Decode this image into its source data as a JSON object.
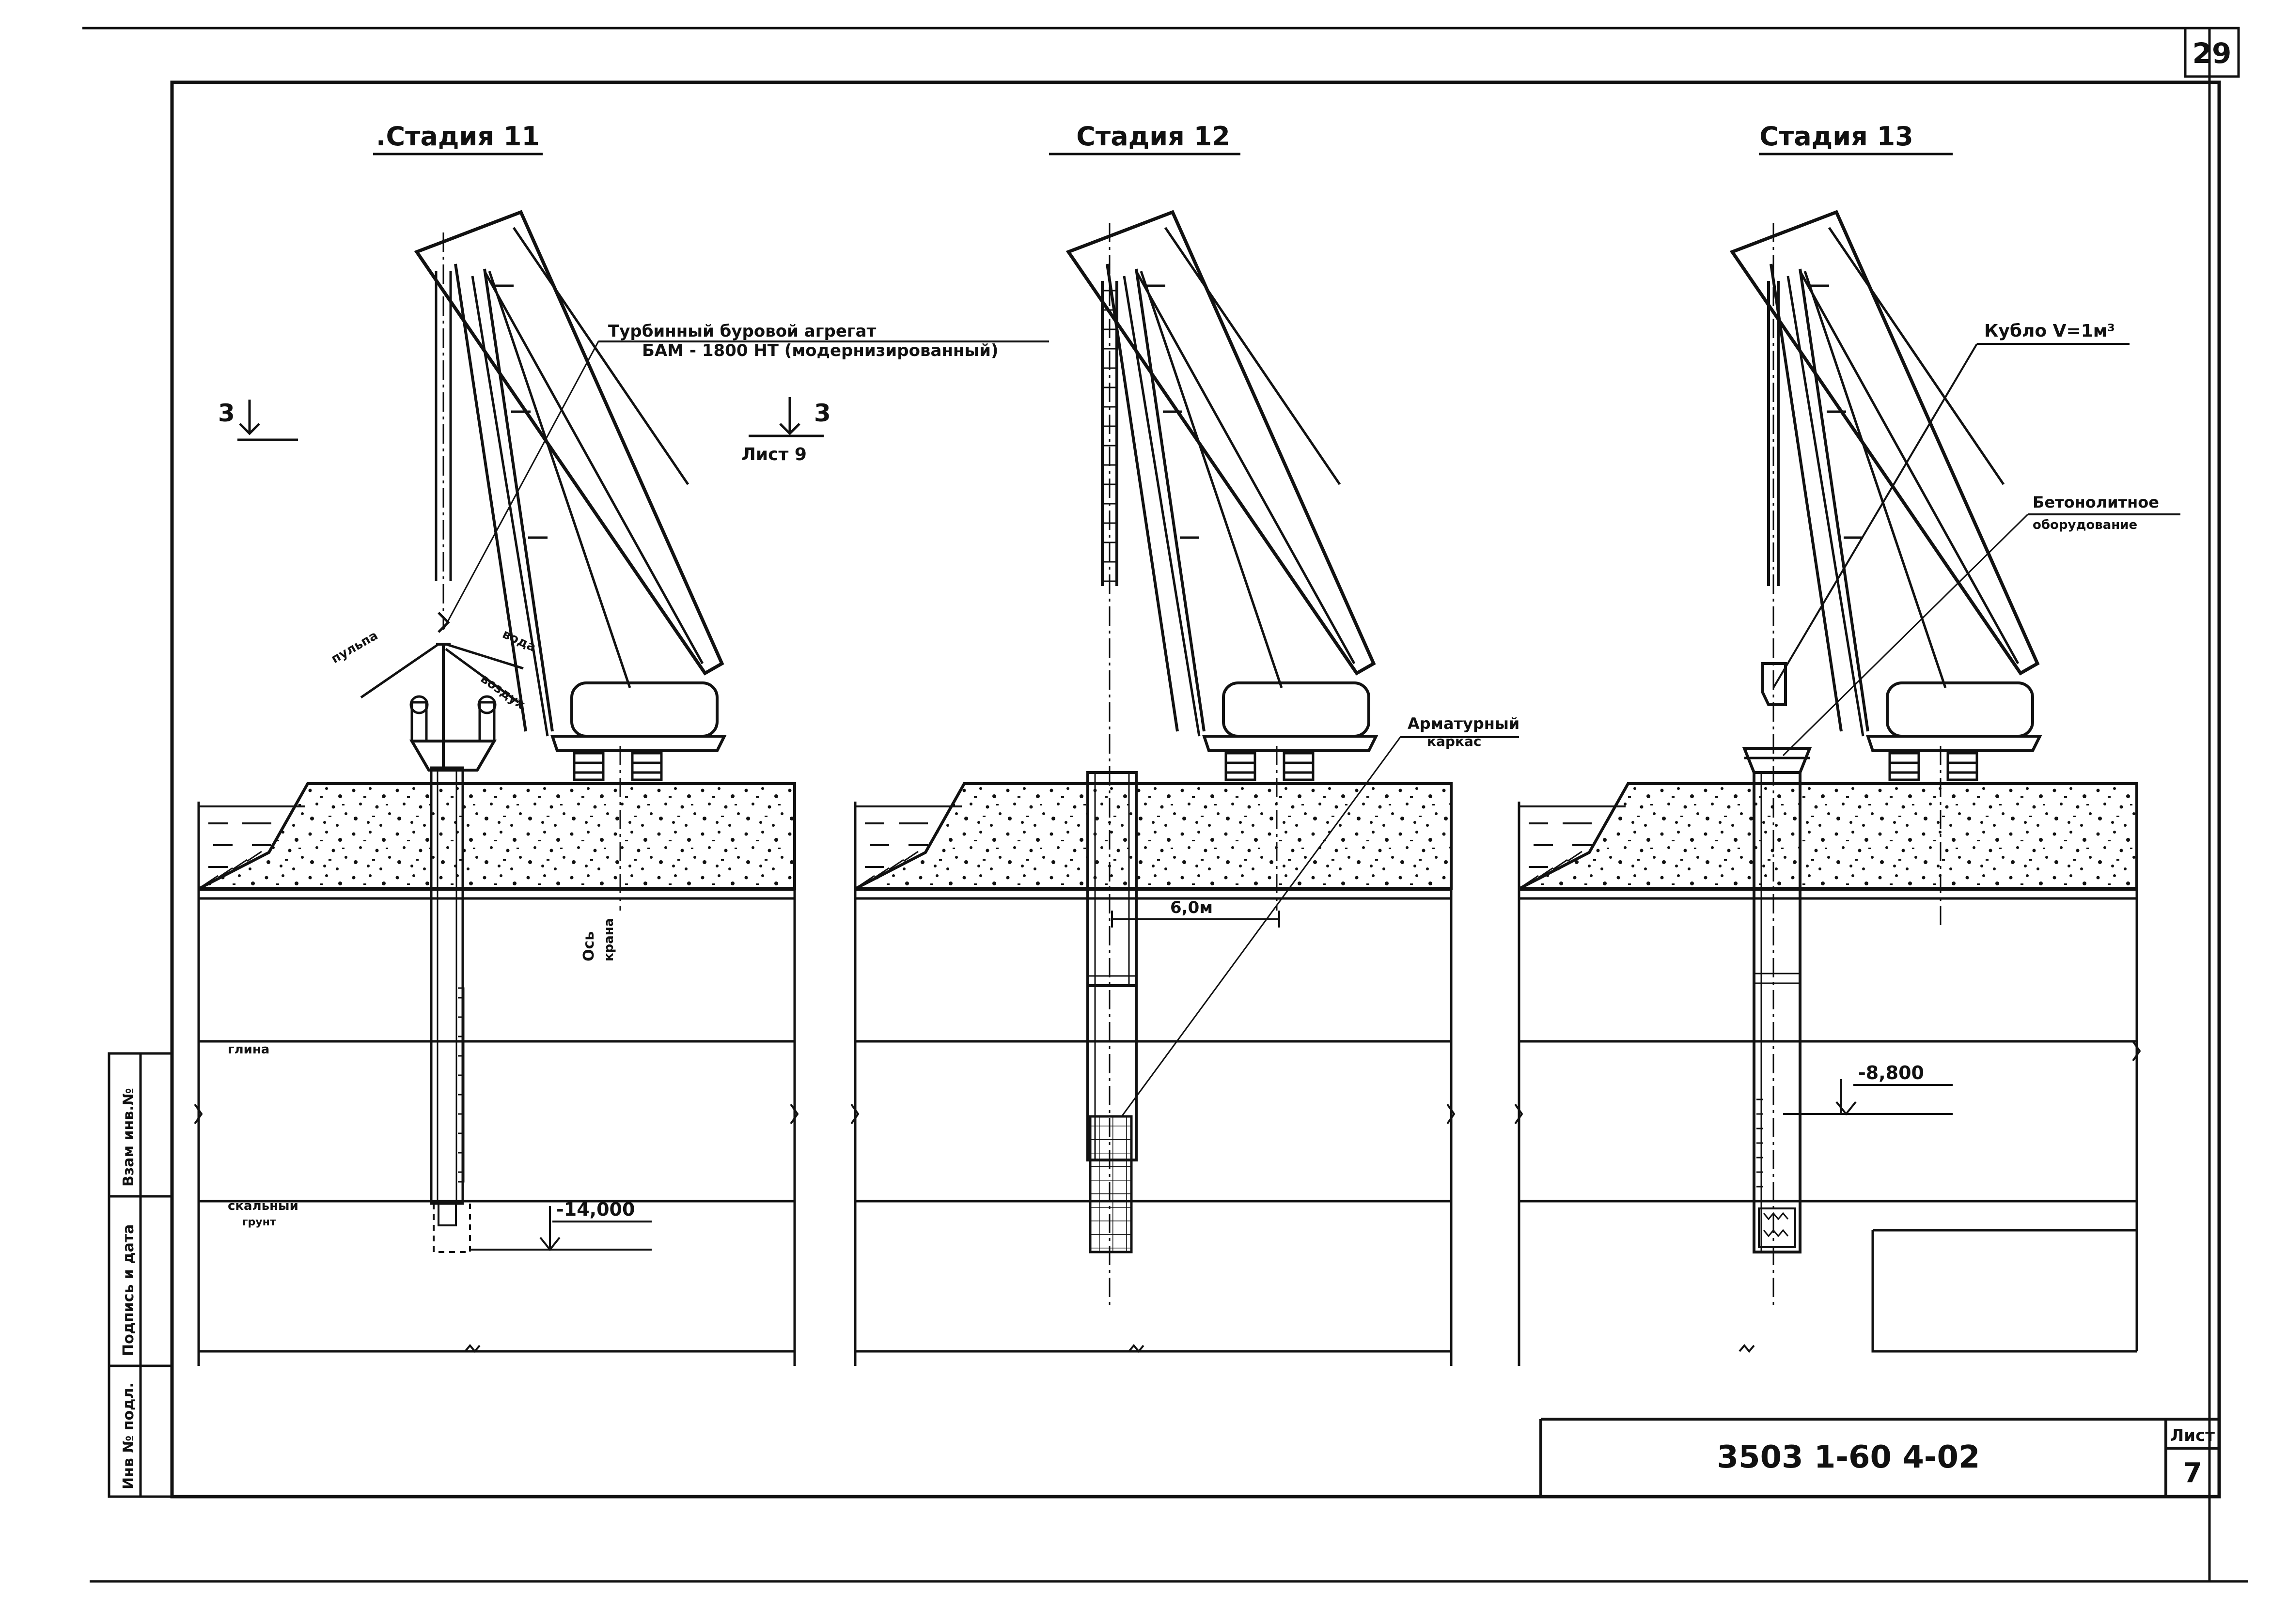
{
  "page_number": "29",
  "stages": [
    {
      "title": ".Стадия 11"
    },
    {
      "title": "Стадия 12"
    },
    {
      "title": "Стадия 13"
    }
  ],
  "section_mark": {
    "number": "3",
    "sheet_ref": "Лист 9"
  },
  "labels": {
    "turbine_line1": "Турбинный буровой агрегат",
    "turbine_line2": "БАМ - 1800 НТ (модернизированный)",
    "pulp": "пульпа",
    "water": "вода",
    "air": "воздух",
    "crane_axis_1": "Ось",
    "crane_axis_2": "крана",
    "clay": "глина",
    "rock_1": "скальный",
    "rock_2": "грунт",
    "mark_stage11": "-14,000",
    "dim_6m": "6,0м",
    "cage_1": "Арматурный",
    "cage_2": "каркас",
    "bucket": "Кубло V=1м³",
    "concrete_1": "Бетонолитное",
    "concrete_2": "оборудование",
    "mark_stage13": "-8,800"
  },
  "side_stamp": {
    "inv_no": "Инв № подл.",
    "sign_date": "Подпись и дата",
    "replace": "Взам инв.№"
  },
  "title_block": {
    "code": "3503 1-60 4-02",
    "sheet_label": "Лист",
    "sheet_no": "7"
  }
}
